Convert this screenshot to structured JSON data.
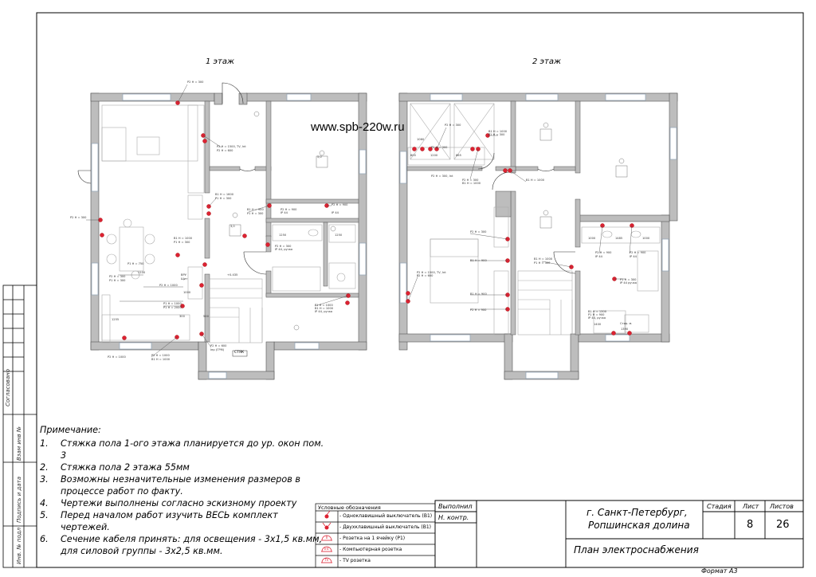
{
  "drawing": {
    "floor1_title": "1 этаж",
    "floor2_title": "2 этаж",
    "watermark": "www.spb-220w.ru",
    "label_stair_tag": "СТЯК"
  },
  "notes": {
    "title": "Примечание:",
    "items": [
      {
        "num": "1.",
        "text": "Стяжка пола 1-ого этажа планируется до ур. окон пом. 3"
      },
      {
        "num": "2.",
        "text": "Стяжка пола 2 этажа 55мм"
      },
      {
        "num": "3.",
        "text": "Возможны незначительные изменения размеров в процессе работ по факту."
      },
      {
        "num": "4.",
        "text": "Чертежи выполнены согласно эскизному проекту"
      },
      {
        "num": "5.",
        "text": "Перед началом работ изучить ВЕСЬ комплект чертежей."
      },
      {
        "num": "6.",
        "text": "Сечение кабеля принять: для освещения - 3х1,5 кв.мм, для силовой группы - 3х2,5 кв.мм."
      }
    ]
  },
  "legend": {
    "title": "Условные обозначения",
    "items": [
      {
        "label": "- Одноклавишный выключатель (В1)",
        "icon": "single-switch"
      },
      {
        "label": "- Двухклавишный выключатель (В1)",
        "icon": "double-switch"
      },
      {
        "label": "- Розетка на 1 ячейку (Р1)",
        "icon": "socket"
      },
      {
        "label": "- Компьютерная розетка",
        "icon": "computer-socket"
      },
      {
        "label": "- TV розетка",
        "icon": "tv-socket"
      }
    ]
  },
  "sidebar": {
    "agreed": "Согласовано",
    "replace_inv": "Взам инв №",
    "sign_date": "Подпись и дата",
    "inv_orig": "Инв. № подл"
  },
  "title_block": {
    "performed": "Выполнил",
    "n_control": "Н. контр.",
    "city": "г. Санкт-Петербург,",
    "location": "Ропшинская долина",
    "plan_name": "План электроснабжения",
    "stage_label": "Стадия",
    "sheet_label": "Лист",
    "sheets_label": "Листов",
    "sheet_value": "8",
    "sheets_value": "26",
    "format": "Формат А3"
  }
}
